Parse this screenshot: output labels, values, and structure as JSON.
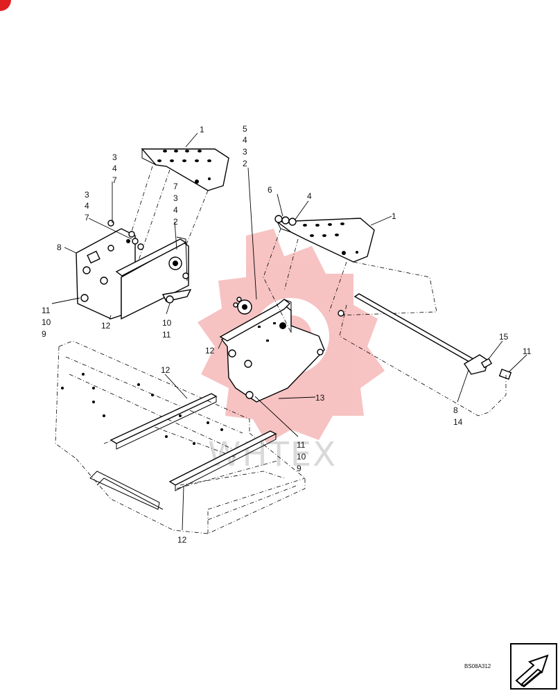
{
  "drawing_ref": "BS08A312",
  "watermark": "WHTEX",
  "colors": {
    "watermark_gear": "#f6b8b8",
    "corner_badge": "#e02020",
    "line": "#000000"
  },
  "callouts": {
    "top_shield_left": "1",
    "top_shield_right": "1",
    "left_stack_a": [
      "3",
      "4",
      "7"
    ],
    "left_stack_b": [
      "3",
      "4",
      "7"
    ],
    "left_stack_c": [
      "7",
      "3",
      "4",
      "2"
    ],
    "center_stack": [
      "5",
      "4",
      "3",
      "2"
    ],
    "left_8": "8",
    "left_bottom": [
      "11",
      "10",
      "9"
    ],
    "left_12": "12",
    "left_mid_bottom": [
      "10",
      "11"
    ],
    "right_6": "6",
    "right_4": "4",
    "center_12": "12",
    "center_13": "13",
    "center_bottom": [
      "11",
      "10",
      "9"
    ],
    "rod_15": "15",
    "rod_11": "11",
    "rod_bottom": [
      "8",
      "14"
    ],
    "rail_12_top": "12",
    "rail_12_bottom": "12"
  },
  "icons": {
    "orientation": "forward-arrow-icon",
    "badge": "badge-icon"
  }
}
